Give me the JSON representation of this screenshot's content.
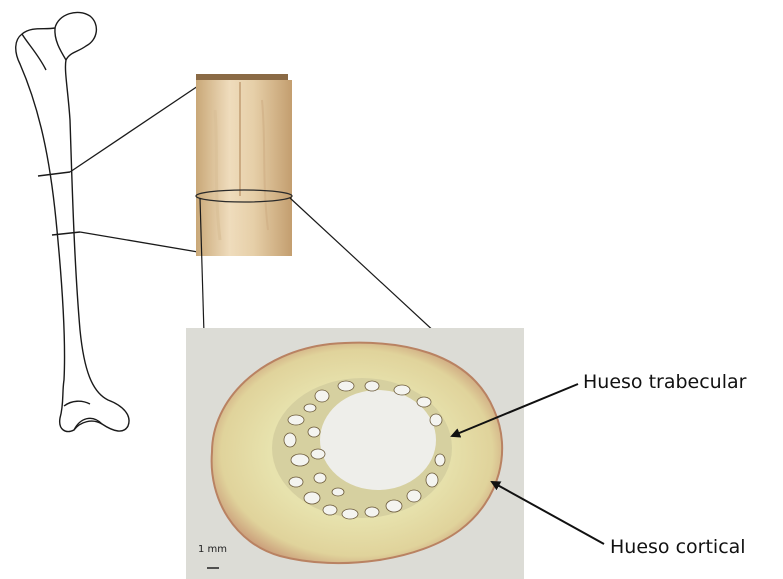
{
  "labels": {
    "trabecular": "Hueso trabecular",
    "cortical": "Hueso cortical",
    "scale": "1 mm"
  },
  "colors": {
    "outline": "#1a1a1a",
    "bone_segment_light": "#e8d2b0",
    "bone_segment_dark": "#c8a57a",
    "cortical_section": "#e2d9a0",
    "photo_background": "#dcdcd6",
    "trabecular_void": "#eeeeea",
    "section_rim": "#b98262"
  },
  "icons": {
    "femur": "femur-bone-outline",
    "segment": "bone-cylinder-segment-photo",
    "cross_section": "bone-cross-section-photo"
  }
}
